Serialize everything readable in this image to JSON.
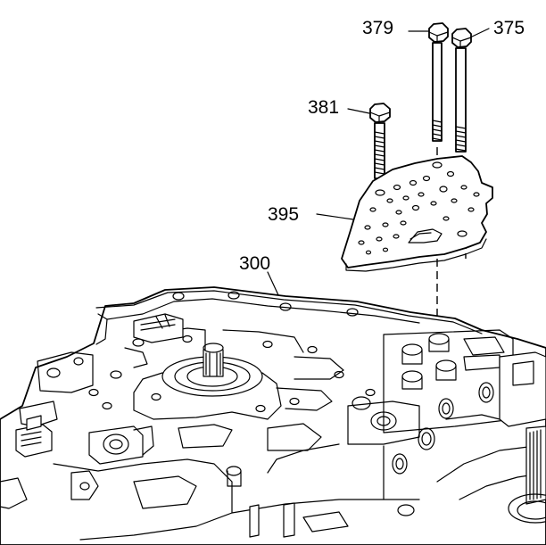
{
  "callouts": {
    "bolt_short": "381",
    "bolt_long_left": "379",
    "bolt_long_right": "375",
    "spacer_plate": "395",
    "valve_body": "300"
  }
}
